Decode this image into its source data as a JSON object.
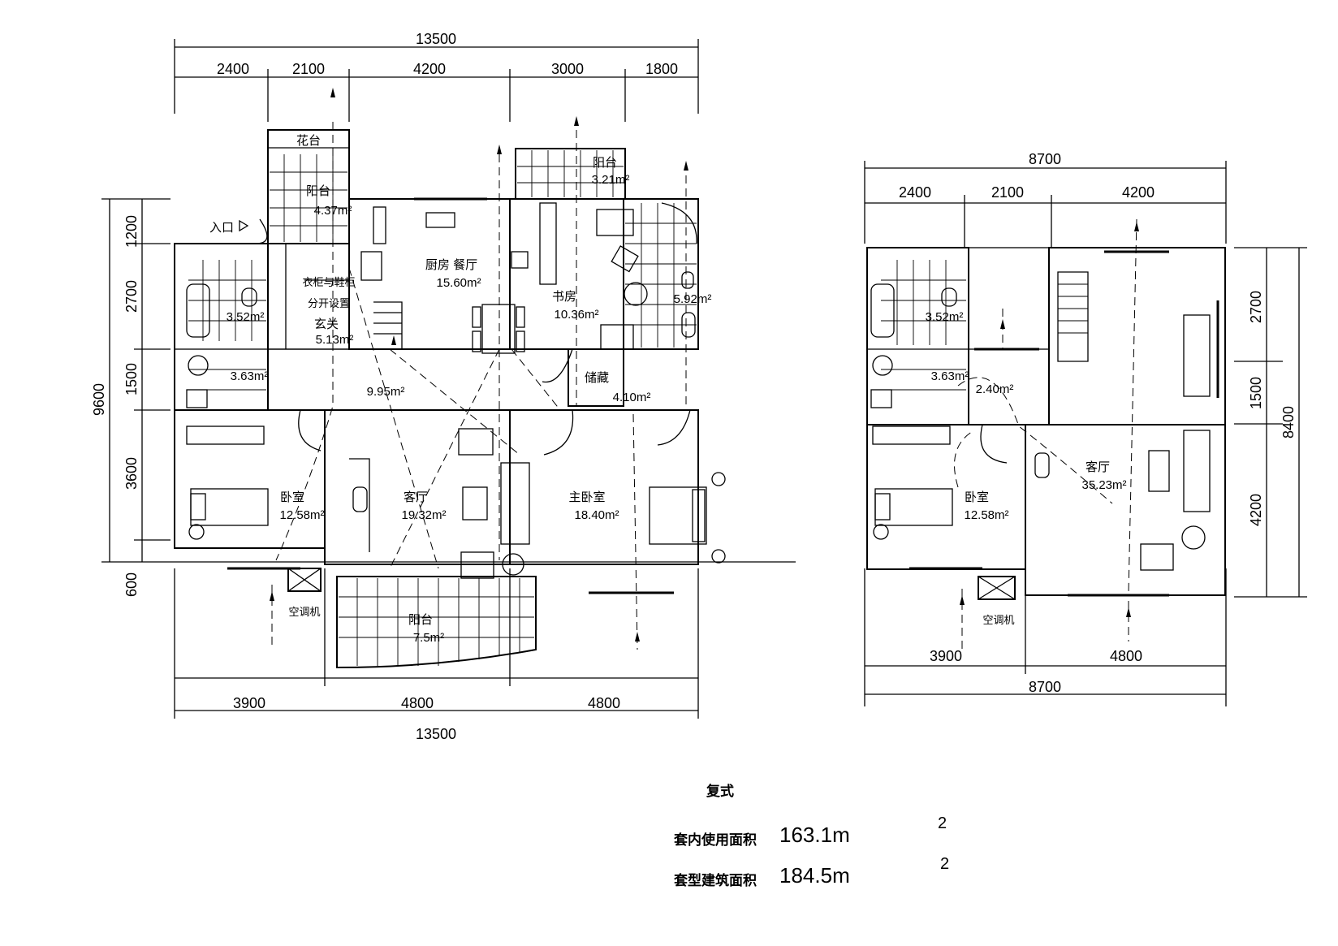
{
  "plan_left": {
    "dims_top_total": "13500",
    "dims_top": [
      "2400",
      "2100",
      "4200",
      "3000",
      "1800"
    ],
    "dims_bottom": [
      "3900",
      "4800",
      "4800"
    ],
    "dims_bottom_total": "13500",
    "dims_left": [
      "1200",
      "2700",
      "1500",
      "3600",
      "600"
    ],
    "dims_left_total": "9600",
    "entrance": "入口",
    "rooms": {
      "flower_bed": "花台",
      "balcony_1_name": "阳台",
      "balcony_1_area": "4.37m²",
      "balcony_2_name": "阳台",
      "balcony_2_area": "3.21m²",
      "kitchen_name": "厨房 餐厅",
      "kitchen_area": "15.60m²",
      "study_name": "书房",
      "study_area": "10.36m²",
      "bath_top_area": "5.92m²",
      "bath_left_area": "3.52m²",
      "wc_left_area": "3.63m²",
      "cabinet_line1": "衣柜与鞋柜",
      "cabinet_line2": "分开设置",
      "foyer_name": "玄关",
      "foyer_area": "5.13m²",
      "hall_area": "9.95m²",
      "storage_name": "储藏",
      "storage_area": "4.10m²",
      "bedroom_name": "卧室",
      "bedroom_area": "12.58m²",
      "living_name": "客厅",
      "living_area": "19.32m²",
      "master_name": "主卧室",
      "master_area": "18.40m²",
      "balcony_3_name": "阳台",
      "balcony_3_area": "7.5m²",
      "ac_label": "空调机"
    }
  },
  "plan_right": {
    "dims_top_total": "8700",
    "dims_top": [
      "2400",
      "2100",
      "4200"
    ],
    "dims_bottom": [
      "3900",
      "4800"
    ],
    "dims_bottom_total": "8700",
    "dims_right": [
      "2700",
      "1500",
      "4200"
    ],
    "dims_right_total": "8400",
    "rooms": {
      "bath_area": "3.52m²",
      "wc_area": "3.63m²",
      "hall_area": "2.40m²",
      "living_name": "客厅",
      "living_area": "35.23m²",
      "bedroom_name": "卧室",
      "bedroom_area": "12.58m²",
      "ac_label": "空调机"
    }
  },
  "summary": {
    "title": "复式",
    "row1_label": "套内使用面积",
    "row1_value": "163.1m",
    "row1_sup": "2",
    "row2_label": "套型建筑面积",
    "row2_value": "184.5m",
    "row2_sup": "2"
  }
}
